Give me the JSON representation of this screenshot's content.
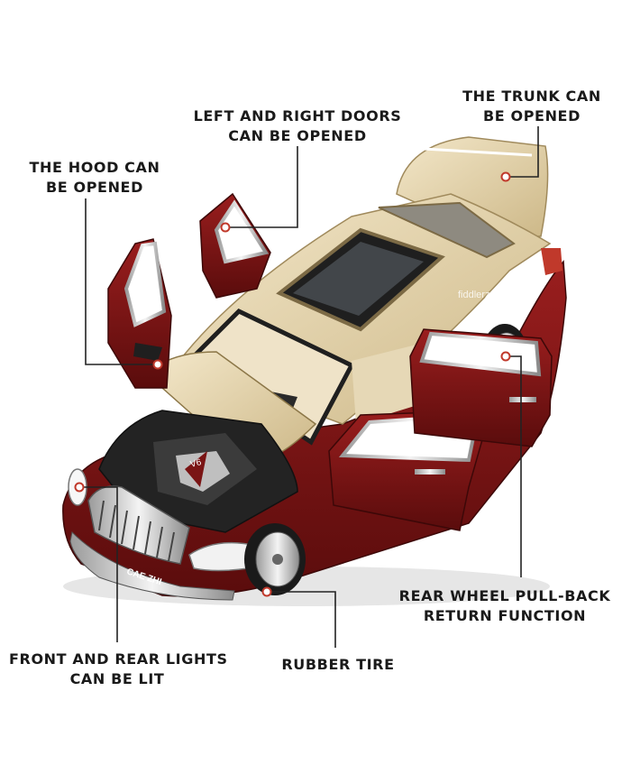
{
  "watermark": "fiddlerz",
  "car": {
    "badge_text": "CAE ZHI",
    "engine_text": "V6",
    "colors": {
      "body_red": "#7a1414",
      "body_cream": "#e9d9b3",
      "chrome": "#d8d8d8",
      "interior": "#efe3c8",
      "engine": "#2b2b2b"
    }
  },
  "callouts": {
    "trunk": {
      "line1": "THE TRUNK CAN",
      "line2": "BE OPENED"
    },
    "doors": {
      "line1": "LEFT AND RIGHT DOORS",
      "line2": "CAN BE OPENED"
    },
    "hood": {
      "line1": "THE HOOD CAN",
      "line2": "BE OPENED"
    },
    "wheel": {
      "line1": "REAR WHEEL PULL-BACK",
      "line2": "RETURN FUNCTION"
    },
    "lights": {
      "line1": "FRONT AND REAR LIGHTS",
      "line2": "CAN BE LIT"
    },
    "tire": {
      "line1": "RUBBER TIRE"
    }
  }
}
